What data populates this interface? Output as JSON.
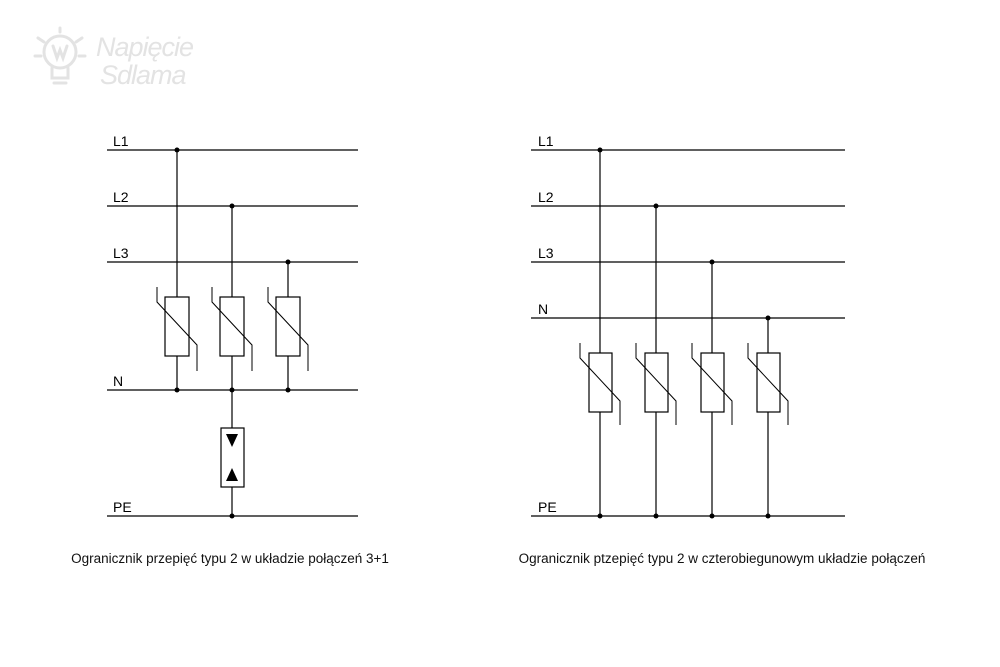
{
  "logo": {
    "line1": "Napięcie",
    "line2": "Sdlama"
  },
  "left_diagram": {
    "labels": [
      "L1",
      "L2",
      "L3",
      "N",
      "PE"
    ],
    "caption": "Ogranicznik przepięć typu 2 w układzie połączeń 3+1"
  },
  "right_diagram": {
    "labels": [
      "L1",
      "L2",
      "L3",
      "N",
      "PE"
    ],
    "caption": "Ogranicznik ptzepięć typu 2 w czterobiegunowym układzie połączeń"
  }
}
